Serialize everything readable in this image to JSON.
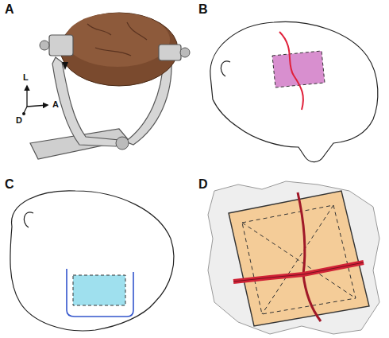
{
  "diagram": {
    "labels": [
      "A",
      "B",
      "C",
      "D",
      "L",
      "A",
      "D"
    ]
  }
}
